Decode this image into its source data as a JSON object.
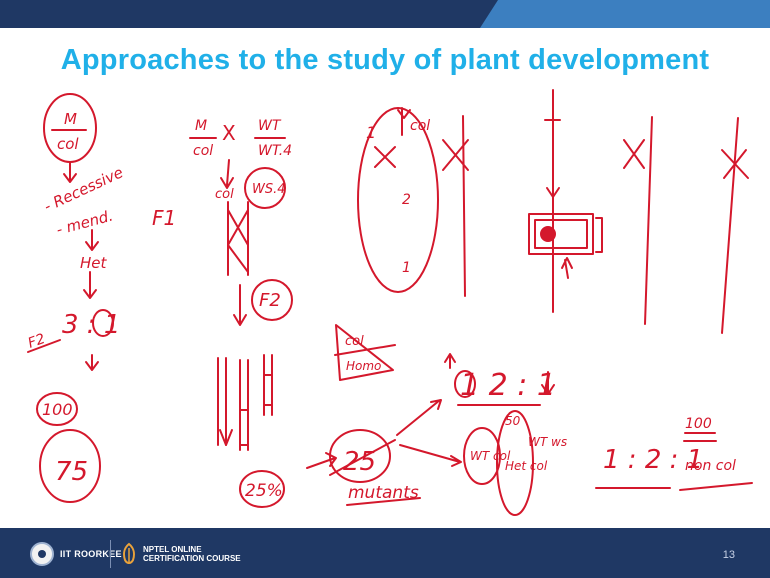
{
  "slide": {
    "title": "Approaches to the study of plant development",
    "page_number": "13"
  },
  "footer": {
    "institute": "IIT ROORKEE",
    "course_line1": "NPTEL ONLINE",
    "course_line2": "CERTIFICATION COURSE"
  },
  "annotations": {
    "color": "#d4182c",
    "m_label": "M",
    "col_label": "col",
    "recessive": "- Recessive",
    "mend": "- mend.",
    "het": "Het",
    "f2_ratio_f": "F2",
    "f2_ratio": "3 : 1",
    "n100": "100",
    "n75": "75",
    "cross_m": "M",
    "cross_col": "col",
    "cross_x": "X",
    "cross_wt": "WT",
    "cross_wt4": "WT.4",
    "col_arrow": "col",
    "ws4": "WS.4",
    "f1": "F1",
    "f2": "F2",
    "n25pct": "25%",
    "col_homo_1": "col",
    "col_homo_2": "Homo",
    "n25": "25",
    "mutants": "mutants",
    "ratio_121": "1 2 : 1",
    "wt_col": "WT col",
    "n50": "50",
    "het_col": "Het col",
    "wt_ws": "WT ws",
    "ratio_right": "1 : 2 : 1",
    "n100b": "100",
    "non_col": "non col",
    "ov_1": "1",
    "ov_col": "col",
    "ov_2": "2",
    "ov_1b": "1"
  }
}
